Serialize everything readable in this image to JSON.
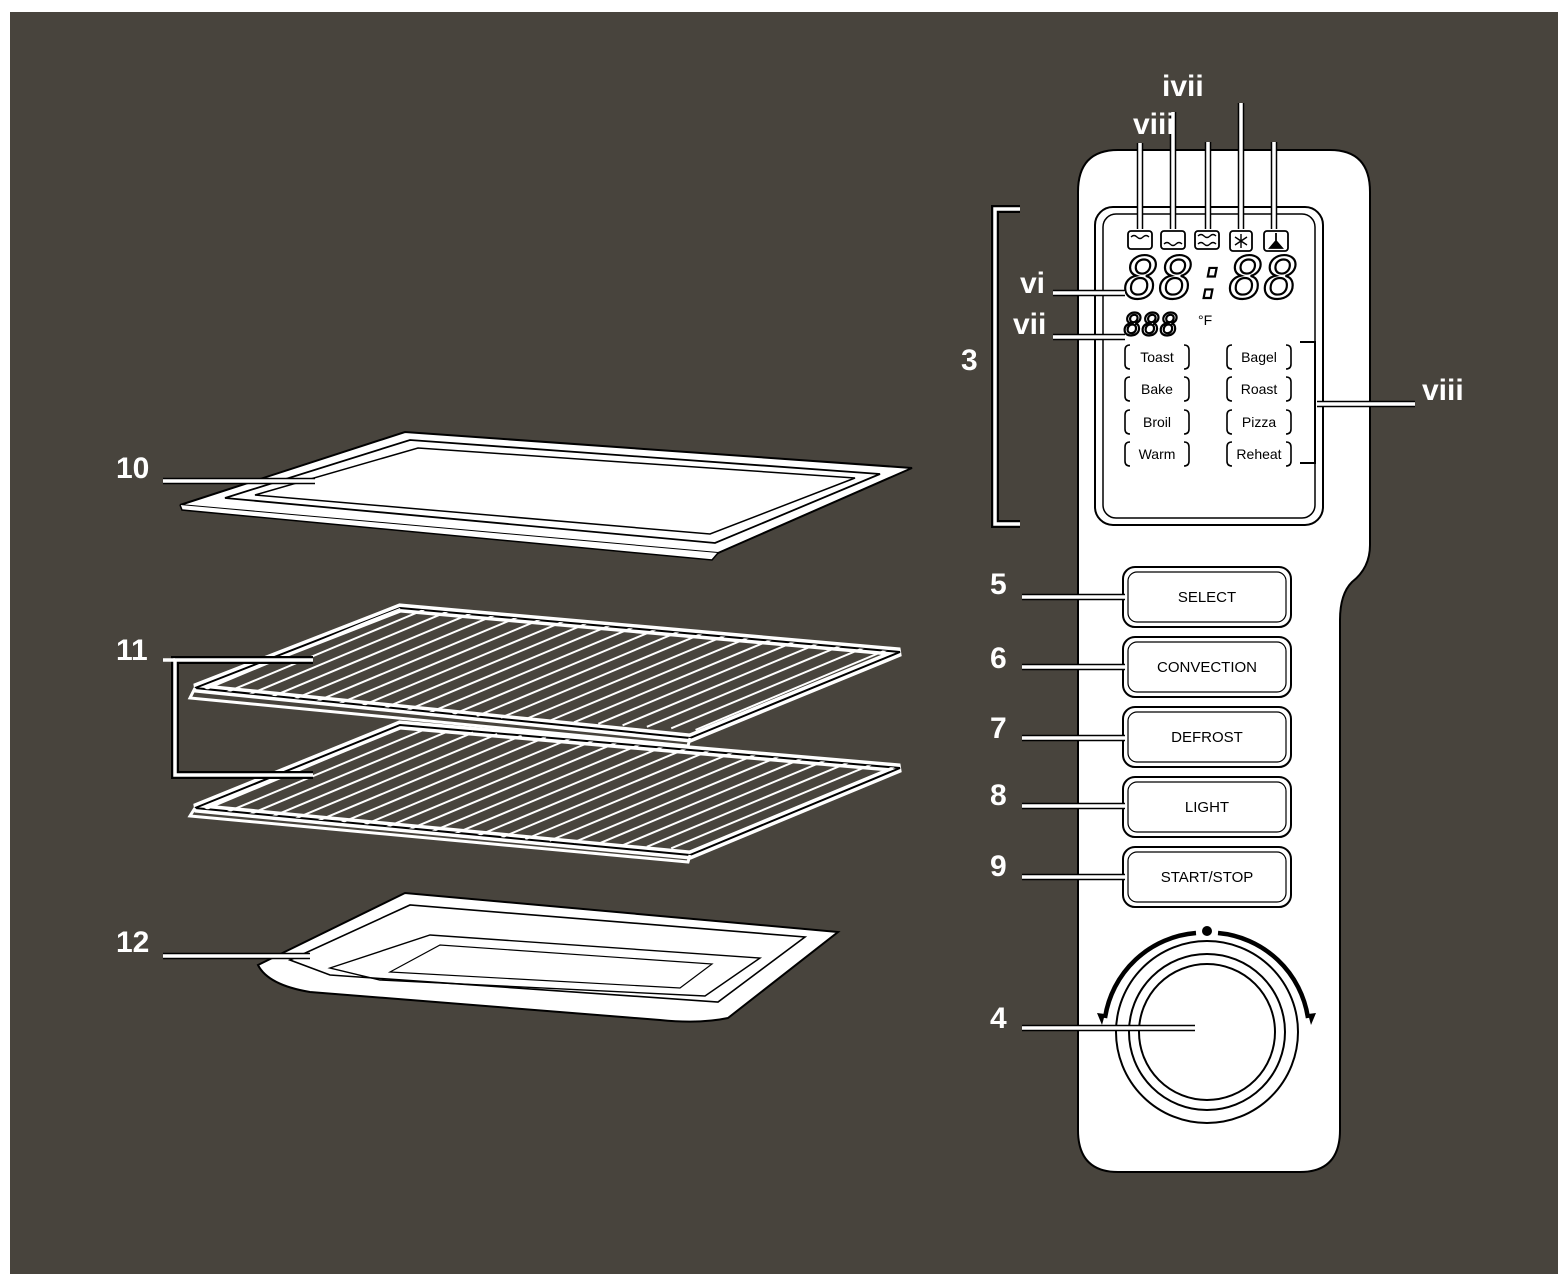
{
  "colors": {
    "background": "#48443d",
    "frame": "#ffffff",
    "panel": "#ffffff",
    "ink": "#000000"
  },
  "callouts": {
    "top_a": "ivii",
    "top_b": "viii",
    "time_display": "vi",
    "temp_display": "vii",
    "display_group": "3",
    "preset_group": "viii",
    "pan": "10",
    "racks": "11",
    "tray": "12",
    "select": "5",
    "convection": "6",
    "defrost": "7",
    "light": "8",
    "start_stop": "9",
    "dial": "4"
  },
  "display": {
    "time": "88:88",
    "temperature": "888",
    "unit": "°F",
    "mode_icons": [
      "toast-mode-icon",
      "bake-mode-icon",
      "broil-mode-icon",
      "defrost-mode-icon",
      "convection-fan-icon"
    ]
  },
  "presets": {
    "left": [
      "Toast",
      "Bake",
      "Broil",
      "Warm"
    ],
    "right": [
      "Bagel",
      "Roast",
      "Pizza",
      "Reheat"
    ]
  },
  "buttons": {
    "select": "SELECT",
    "convection": "CONVECTION",
    "defrost": "DEFROST",
    "light": "LIGHT",
    "start_stop": "START/STOP"
  },
  "dial": {
    "minus": "–",
    "plus": "+"
  }
}
